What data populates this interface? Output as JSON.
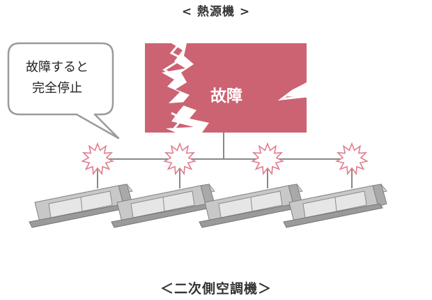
{
  "heat_source": {
    "title": "< 熱源機 >",
    "box_label": "故障",
    "box_color": "#cc6373"
  },
  "callout": {
    "line1": "故障すると",
    "line2": "完全停止"
  },
  "indoor_units": {
    "title": "＜二次側空調機＞",
    "count": 4,
    "burst_color": "#e07c8c"
  }
}
